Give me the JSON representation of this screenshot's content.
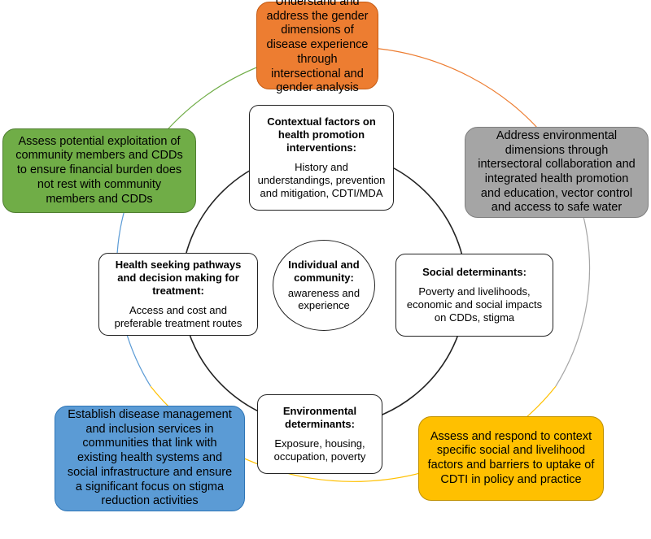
{
  "colors": {
    "orange": "#ED7D31",
    "green": "#70AD47",
    "gray": "#A5A5A5",
    "blue": "#5B9BD5",
    "yellow": "#FFC000",
    "inner_border": "#222222"
  },
  "outer_boxes": {
    "top": "Understand and address the gender dimensions of disease experience through intersectional and gender analysis",
    "left": "Assess potential exploitation of community members and CDDs to ensure financial burden does not rest with community members and CDDs",
    "right": "Address environmental dimensions through intersectoral collaboration and integrated health promotion and education, vector control and access to safe water",
    "bottom_left": "Establish disease management and inclusion services in communities that link with existing health systems and social infrastructure and ensure a significant focus on stigma reduction activities",
    "bottom_right": "Assess and respond to context specific social and livelihood factors and barriers to uptake of CDTI in policy and practice"
  },
  "inner_boxes": {
    "contextual": {
      "title": "Contextual factors on health promotion interventions:",
      "body": "History and understandings, prevention and mitigation, CDTI/MDA"
    },
    "health_seeking": {
      "title": "Health seeking pathways and decision making for treatment:",
      "body": "Access and cost and preferable treatment routes"
    },
    "social": {
      "title": "Social determinants:",
      "body": "Poverty and livelihoods, economic and social impacts on CDDs, stigma"
    },
    "environmental": {
      "title": "Environmental determinants:",
      "body": "Exposure, housing, occupation, poverty"
    }
  },
  "center": {
    "title": "Individual and community:",
    "body": "awareness and experience"
  }
}
